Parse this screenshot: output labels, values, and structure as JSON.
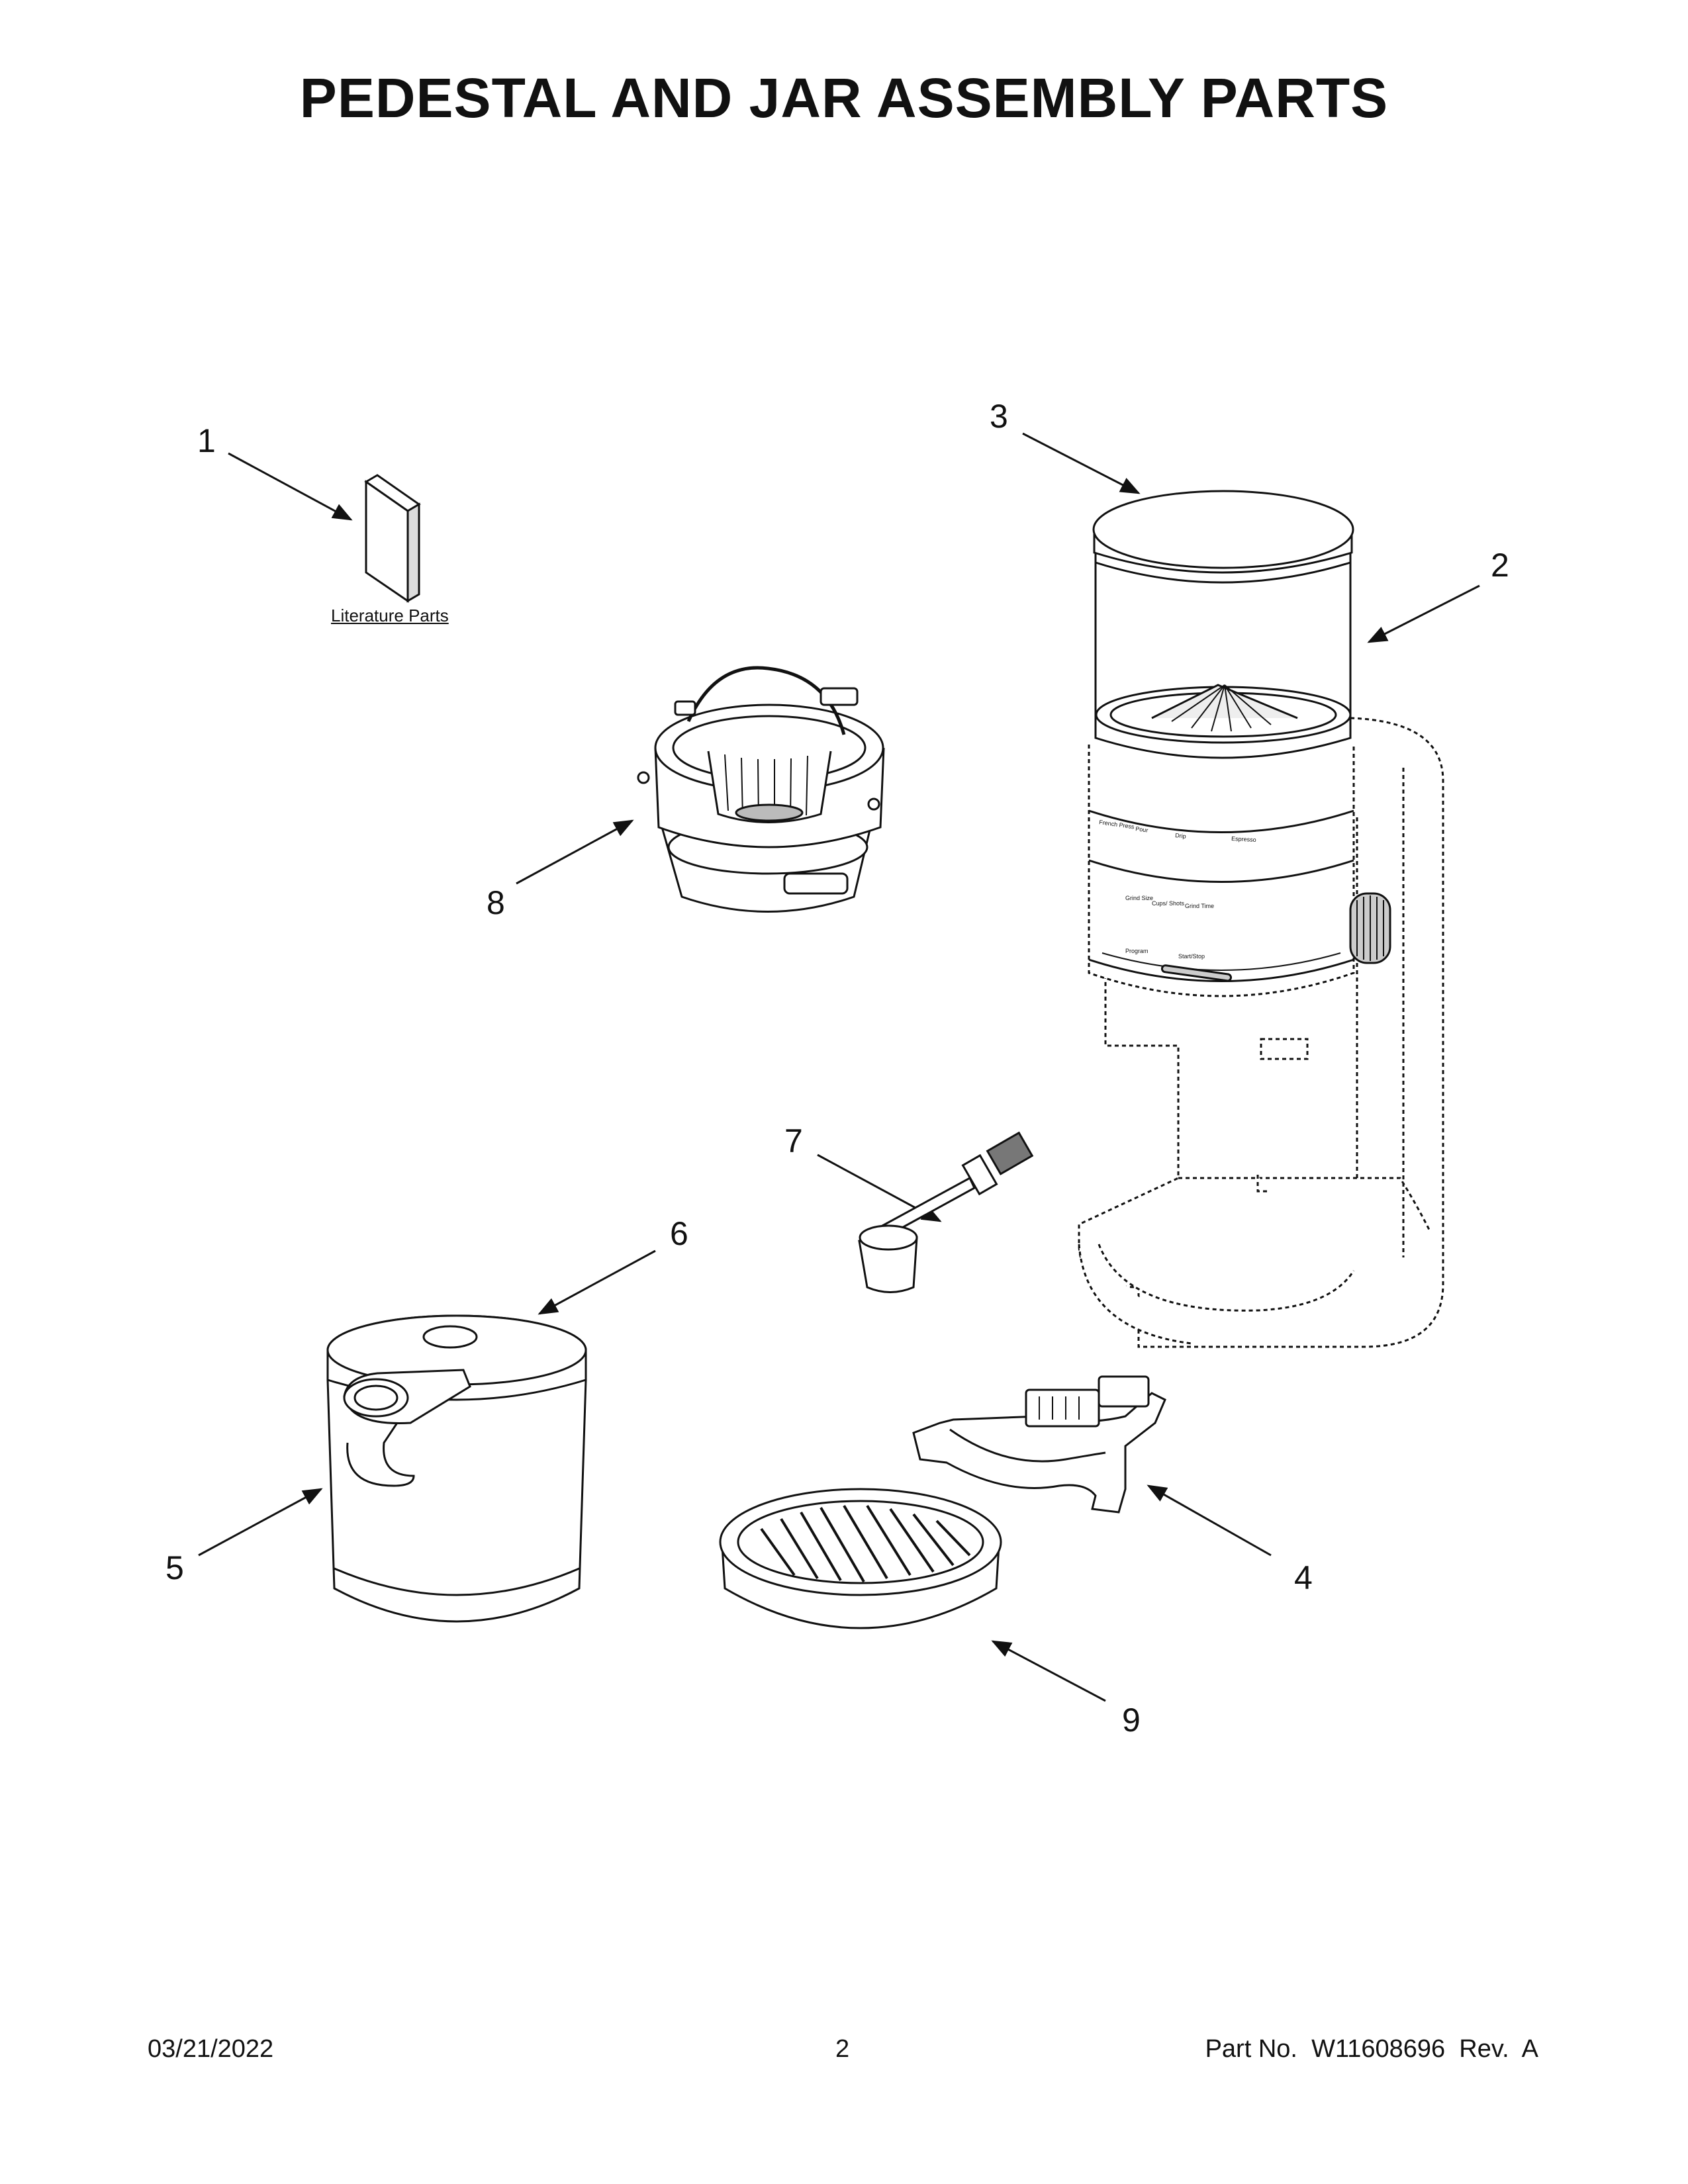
{
  "header": {
    "title": "PEDESTAL AND JAR ASSEMBLY PARTS"
  },
  "diagram": {
    "literature_label": "Literature Parts",
    "callouts": [
      "1",
      "2",
      "3",
      "4",
      "5",
      "6",
      "7",
      "8",
      "9"
    ],
    "control_labels": {
      "french_press": "French Press",
      "pour": "Pour",
      "drip": "Drip",
      "espresso": "Espresso",
      "grind_size": "Grind Size",
      "cups_shots": "Cups/ Shots",
      "grind_time": "Grind Time",
      "program": "Program",
      "start_stop": "Start/Stop"
    }
  },
  "footer": {
    "date": "03/21/2022",
    "page": "2",
    "part_no": "Part No.  W11608696  Rev.  A"
  },
  "colors": {
    "line": "#111111",
    "background": "#ffffff"
  }
}
